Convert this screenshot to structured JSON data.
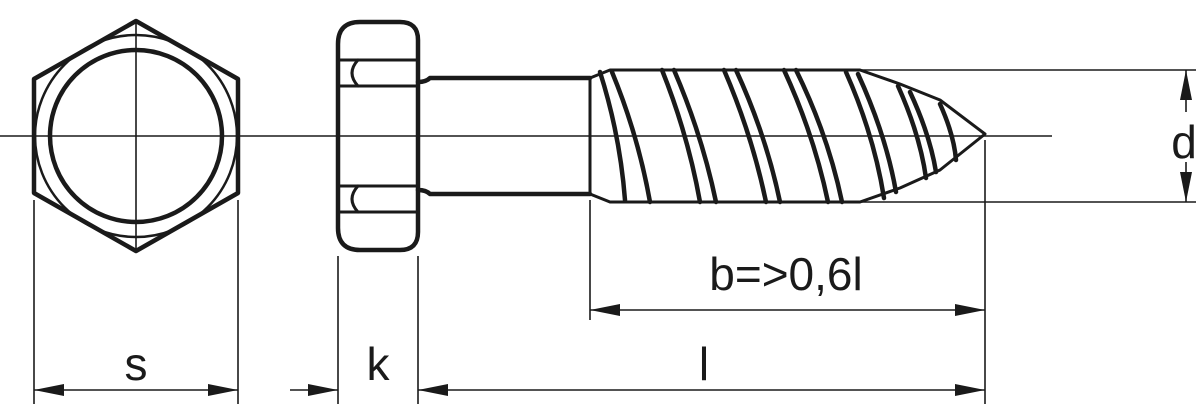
{
  "labels": {
    "s": "s",
    "k": "k",
    "l": "l",
    "b": "b=>0,6l",
    "d": "d"
  },
  "colors": {
    "ink": "#1a1a1a",
    "background": "#ffffff"
  }
}
